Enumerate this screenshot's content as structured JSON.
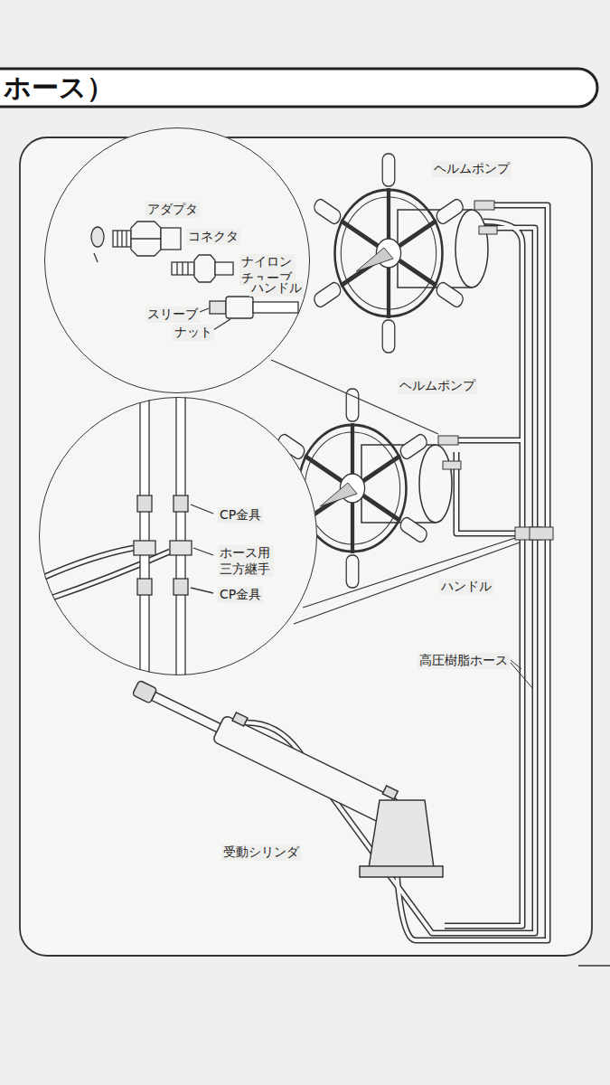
{
  "diagram": {
    "title": "ホース）",
    "nodes": [
      {
        "text": [
          "アダプタ",
          "コネクタ",
          "ナイロンチューブ",
          "スリーブ",
          "ナット"
        ]
      },
      {
        "text": [
          "CP金具",
          "ホース用三方継手",
          "CP金具"
        ]
      }
    ],
    "labels": [
      "ヘルムポンプ",
      "ハンドル",
      "ヘルムポンプ",
      "ハンドル",
      "高圧樹脂ホース",
      "受動シリンダ"
    ]
  }
}
